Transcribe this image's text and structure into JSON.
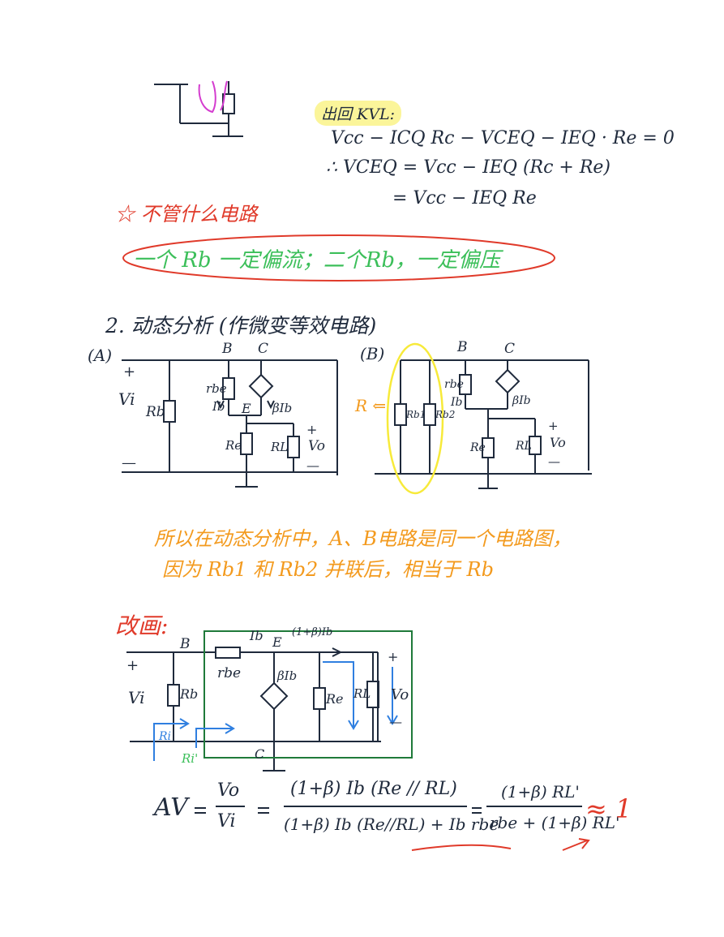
{
  "kvl": {
    "label": "出回 KVL:",
    "eq1": "Vcc − ICQ Rc − VCEQ − IEQ · Re = 0",
    "eq2": "∴ VCEQ = Vcc − IEQ (Rc + Re)",
    "eq3": "= Vcc − IEQ Re"
  },
  "rule": {
    "title": "☆ 不管什么电路",
    "text": "一个 Rb 一定偏流；二个Rb，一定偏压"
  },
  "dynamic": {
    "title": "2. 动态分析 (作微变等效电路)",
    "labels": {
      "A": "(A)",
      "B_circ": "(B)",
      "B": "B",
      "C": "C",
      "E": "E",
      "Vi": "Vi",
      "Rb": "Rb",
      "rbe": "rbe",
      "Ib": "Ib",
      "bIb": "βIb",
      "Re": "Re",
      "RL": "RL",
      "Vo": "Vo",
      "plus": "+",
      "minus": "—",
      "Rb1": "Rb1",
      "Rb2": "Rb2",
      "R_arrow": "R ⇐"
    }
  },
  "note": {
    "line1": "所以在动态分析中，A、B电路是同一个电路图，",
    "line2": "因为 Rb1 和 Rb2 并联后，相当于 Rb"
  },
  "redraw": {
    "title": "改画:",
    "labels": {
      "B": "B",
      "E": "E",
      "C": "C",
      "Ib": "Ib",
      "ie": "(1+β)Ib",
      "rbe": "rbe",
      "bIb": "βIb",
      "Rb": "Rb",
      "Re": "Re",
      "RL": "RL",
      "Vo": "Vo",
      "Vi": "Vi",
      "Ri": "Ri",
      "Ri2": "Ri'",
      "plus": "+",
      "minus": "—"
    }
  },
  "gain": {
    "lhs": "AV",
    "f1_num": "Vo",
    "f1_den": "Vi",
    "f2_num": "(1+β) Ib (Re // RL)",
    "f2_den": "(1+β) Ib (Re//RL) + Ib rbe",
    "f3_num": "(1+β) RL'",
    "f3_den": "rbe + (1+β) RL'",
    "approx": "≈ 1"
  },
  "colors": {
    "ink": "#1f2a3c",
    "red": "#e03a2a",
    "green": "#3cbf5a",
    "orange": "#f39a1e",
    "blue": "#2f7fe0",
    "yellow": "#f7ea3a",
    "highlight": "#fbf59a",
    "box": "#1f7a3a",
    "magenta": "#d43ccf"
  }
}
